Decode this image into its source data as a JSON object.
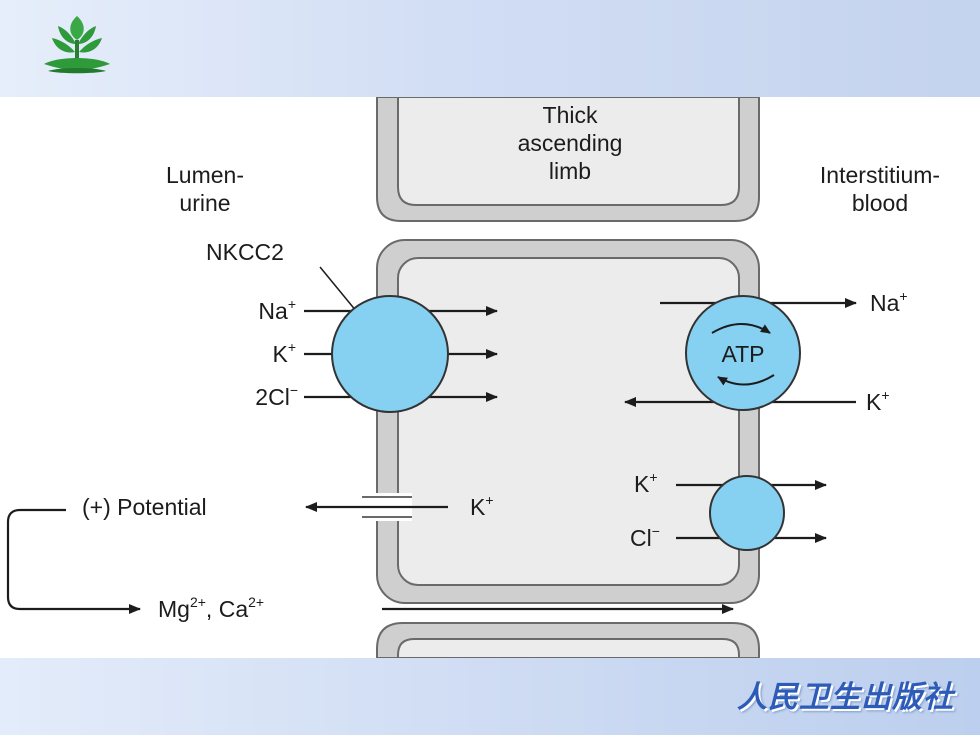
{
  "header": {
    "logo_icon": "plant-emblem-icon"
  },
  "footer": {
    "publisher": "人民卫生出版社"
  },
  "diagram": {
    "cell_label": [
      "Thick",
      "ascending",
      "limb"
    ],
    "lumen_label": [
      "Lumen-",
      "urine"
    ],
    "interstitium_label": [
      "Interstitium-",
      "blood"
    ],
    "nkcc2": {
      "label": "NKCC2",
      "ions": [
        "Na",
        "K",
        "2Cl"
      ],
      "superscripts": [
        "+",
        "+",
        "−"
      ]
    },
    "pump": {
      "label": "ATP",
      "ion_out": "Na",
      "ion_out_sup": "+",
      "ion_in": "K",
      "ion_in_sup": "+"
    },
    "cotransporter": {
      "ions": [
        "K",
        "Cl"
      ],
      "superscripts": [
        "+",
        "−"
      ]
    },
    "channel": {
      "potential_label": "(+) Potential",
      "ion": "K",
      "ion_sup": "+"
    },
    "paracellular": {
      "ion1": "Mg",
      "ion1_sup": "2+",
      "sep": ", ",
      "ion2": "Ca",
      "ion2_sup": "2+"
    },
    "colors": {
      "transporter_fill": "#86d0f2",
      "cell_fill": "#e8e8e8",
      "outline": "#555555"
    }
  }
}
